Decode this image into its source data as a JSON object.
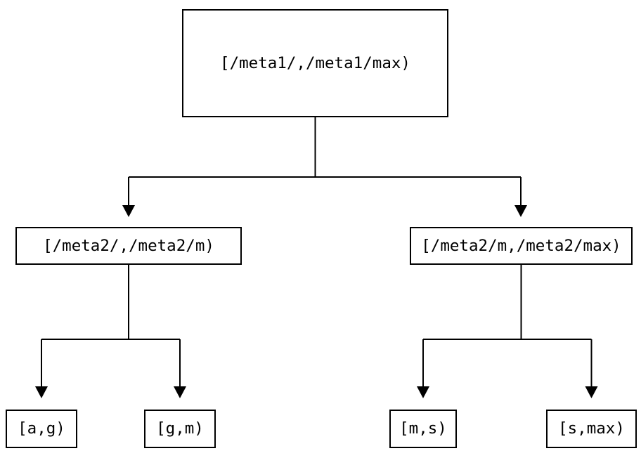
{
  "diagram": {
    "background_color": "#ffffff",
    "line_color": "#000000",
    "text_color": "#000000",
    "box_border_color": "#000000",
    "nodes": {
      "root": {
        "label": "[/meta1/,/meta1/max)",
        "children": [
          "left",
          "right"
        ]
      },
      "left": {
        "label": "[/meta2/,/meta2/m)",
        "children": [
          "leaf_ag",
          "leaf_gm"
        ]
      },
      "right": {
        "label": "[/meta2/m,/meta2/max)",
        "children": [
          "leaf_ms",
          "leaf_smax"
        ]
      },
      "leaf_ag": {
        "label": "[a,g)",
        "children": []
      },
      "leaf_gm": {
        "label": "[g,m)",
        "children": []
      },
      "leaf_ms": {
        "label": "[m,s)",
        "children": []
      },
      "leaf_smax": {
        "label": "[s,max)",
        "children": []
      }
    },
    "edges": [
      {
        "from": "root",
        "to": "left"
      },
      {
        "from": "root",
        "to": "right"
      },
      {
        "from": "left",
        "to": "leaf_ag"
      },
      {
        "from": "left",
        "to": "leaf_gm"
      },
      {
        "from": "right",
        "to": "leaf_ms"
      },
      {
        "from": "right",
        "to": "leaf_smax"
      }
    ]
  }
}
